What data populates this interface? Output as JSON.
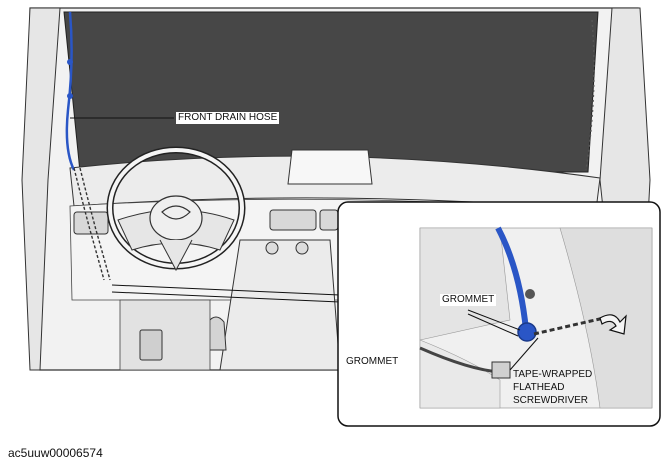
{
  "labels": {
    "front_drain_hose": "FRONT DRAIN HOSE",
    "grommet_part": "GROMMET",
    "grommet_detail": "GROMMET",
    "tool_line1": "TAPE-WRAPPED",
    "tool_line2": "FLATHEAD",
    "tool_line3": "SCREWDRIVER"
  },
  "document_id": "ac5uuw00006574",
  "colors": {
    "hose": "#2a56c6",
    "windshield": "#474747",
    "outline": "#1a1a1a",
    "panel": "#ffffff"
  }
}
